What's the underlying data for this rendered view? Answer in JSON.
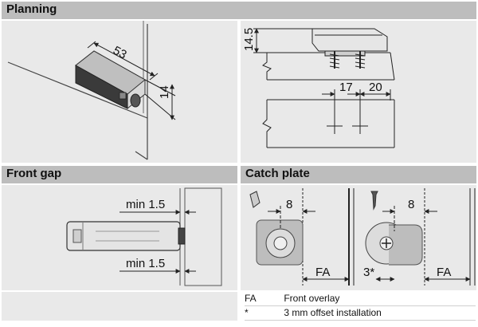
{
  "sections": {
    "planning": {
      "title": "Planning"
    },
    "front_gap": {
      "title": "Front gap"
    },
    "catch_plate": {
      "title": "Catch plate"
    }
  },
  "dimensions": {
    "planning_length": "53",
    "planning_height": "14",
    "catch_height": "14.5",
    "catch_offset_a": "17",
    "catch_offset_b": "20",
    "gap_top": "min 1.5",
    "gap_bottom": "min 1.5",
    "plate_width_left": "8",
    "plate_width_right": "8",
    "fa_left": "FA",
    "fa_right": "FA",
    "offset_label": "3*"
  },
  "legend": [
    {
      "key": "FA",
      "text": "Front overlay"
    },
    {
      "key": "*",
      "text": "3 mm offset installation"
    }
  ],
  "colors": {
    "header": "#bdbdbd",
    "panel": "#e9e9e9",
    "line": "#222222"
  }
}
